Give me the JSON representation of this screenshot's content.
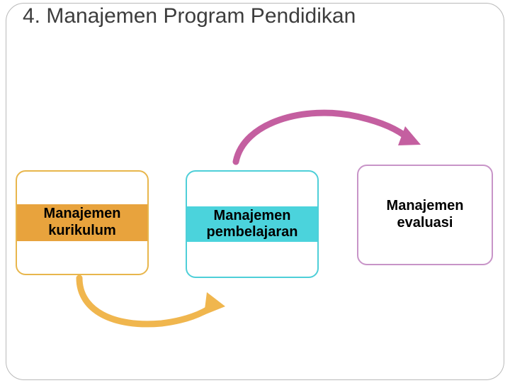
{
  "slide": {
    "title": "4. Manajemen Program Pendidikan",
    "background_color": "#ffffff",
    "frame_color": "#b9b9b9"
  },
  "diagram": {
    "type": "process-flow",
    "nodes": [
      {
        "id": "kurikulum",
        "label": "Manajemen kurikulum",
        "border_color": "#e8b64c",
        "fill_color": "#e8a33d"
      },
      {
        "id": "pembelajaran",
        "label": "Manajemen pembelajaran",
        "border_color": "#4ecfd8",
        "fill_color": "#4bd3dc"
      },
      {
        "id": "evaluasi",
        "label": "Manajemen evaluasi",
        "border_color": "#c894c8",
        "fill_color": "#ffffff"
      }
    ],
    "arrows": [
      {
        "id": "arrow-top",
        "from": "pembelajaran",
        "to": "evaluasi",
        "color": "#c45fa0",
        "direction": "right"
      },
      {
        "id": "arrow-bottom",
        "from": "kurikulum",
        "to": "pembelajaran",
        "color": "#f0b64e",
        "direction": "right"
      }
    ]
  }
}
